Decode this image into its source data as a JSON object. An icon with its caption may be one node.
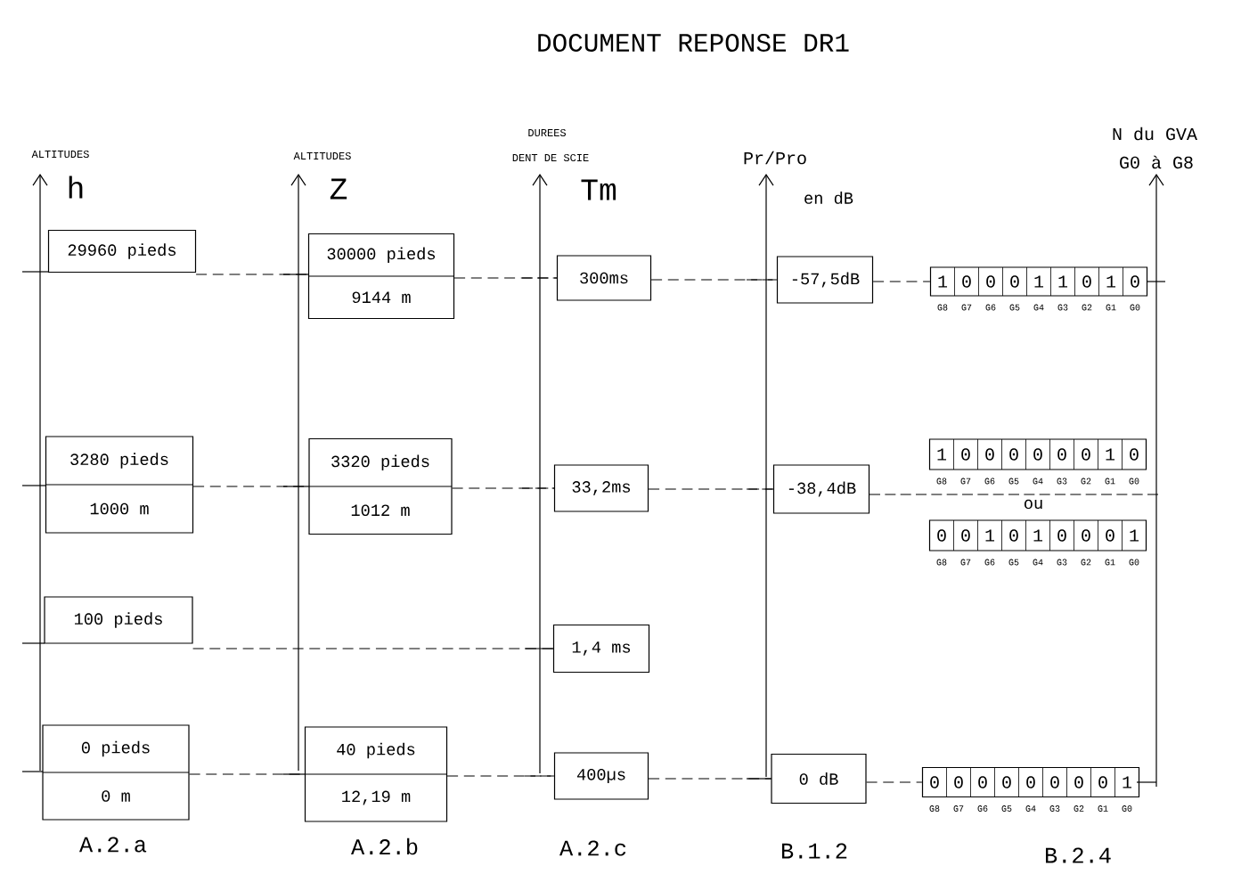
{
  "diagram": {
    "title": "DOCUMENT REPONSE DR1",
    "nodes": [
      {
        "text": [
          "29960 pieds"
        ]
      },
      {
        "text": [
          "30000 pieds",
          "9144 m"
        ]
      },
      {
        "text": [
          "300ms"
        ]
      },
      {
        "text": [
          "-57,5dB"
        ]
      },
      {
        "text": [
          "1",
          "0",
          "0",
          "0",
          "1",
          "1",
          "0",
          "1",
          "0"
        ],
        "beside": [
          "G8",
          "G7",
          "G6",
          "G5",
          "G4",
          "G3",
          "G2",
          "G1",
          "G0"
        ]
      },
      {
        "text": [
          "3280 pieds",
          "1000 m"
        ]
      },
      {
        "text": [
          "3320 pieds",
          "1012 m"
        ]
      },
      {
        "text": [
          "33,2ms"
        ]
      },
      {
        "text": [
          "-38,4dB"
        ]
      },
      {
        "text": [
          "1",
          "0",
          "0",
          "0",
          "0",
          "0",
          "0",
          "1",
          "0"
        ],
        "beside": [
          "G8",
          "G7",
          "G6",
          "G5",
          "G4",
          "G3",
          "G2",
          "G1",
          "G0"
        ]
      },
      {
        "text": [
          "0",
          "0",
          "1",
          "0",
          "1",
          "0",
          "0",
          "0",
          "1"
        ],
        "beside": [
          "G8",
          "G7",
          "G6",
          "G5",
          "G4",
          "G3",
          "G2",
          "G1",
          "G0"
        ]
      },
      {
        "text": [
          "100 pieds"
        ]
      },
      {
        "text": [
          "1,4 ms"
        ]
      },
      {
        "text": [
          "0 pieds",
          "0 m"
        ]
      },
      {
        "text": [
          "40 pieds",
          "12,19 m"
        ]
      },
      {
        "text": [
          "400µs"
        ]
      },
      {
        "text": [
          "0 dB"
        ]
      },
      {
        "text": [
          "0",
          "0",
          "0",
          "0",
          "0",
          "0",
          "0",
          "0",
          "1"
        ],
        "beside": [
          "G8",
          "G7",
          "G6",
          "G5",
          "G4",
          "G3",
          "G2",
          "G1",
          "G0"
        ]
      }
    ],
    "edges": [
      {
        "from": 0,
        "to": 1,
        "arrow": "none",
        "style": "dashed"
      },
      {
        "from": 1,
        "to": 2,
        "arrow": "none",
        "style": "dashed"
      },
      {
        "from": 2,
        "to": 3,
        "arrow": "none",
        "style": "dashed"
      },
      {
        "from": 3,
        "to": 4,
        "arrow": "none",
        "style": "dashed"
      },
      {
        "from": 5,
        "to": 6,
        "arrow": "none",
        "style": "dashed"
      },
      {
        "from": 6,
        "to": 7,
        "arrow": "none",
        "style": "dashed"
      },
      {
        "from": 7,
        "to": 8,
        "arrow": "none",
        "style": "dashed"
      },
      {
        "from": 11,
        "to": 12,
        "arrow": "none",
        "style": "dashed"
      },
      {
        "from": 13,
        "to": 14,
        "arrow": "none",
        "style": "dashed"
      },
      {
        "from": 14,
        "to": 15,
        "arrow": "none",
        "style": "dashed"
      },
      {
        "from": 15,
        "to": 16,
        "arrow": "none",
        "style": "dashed"
      },
      {
        "from": 16,
        "to": 17,
        "arrow": "none",
        "style": "dashed"
      }
    ],
    "labels": [
      "ALTITUDES",
      "h",
      "ALTITUDES",
      "Z",
      "DUREES",
      "DENT DE SCIE",
      "Tm",
      "Pr/Pro",
      "en dB",
      "N du GVA",
      "G0 à G8",
      "ou",
      "A.2.a",
      "A.2.b",
      "A.2.c",
      "B.1.2",
      "B.2.4"
    ]
  }
}
